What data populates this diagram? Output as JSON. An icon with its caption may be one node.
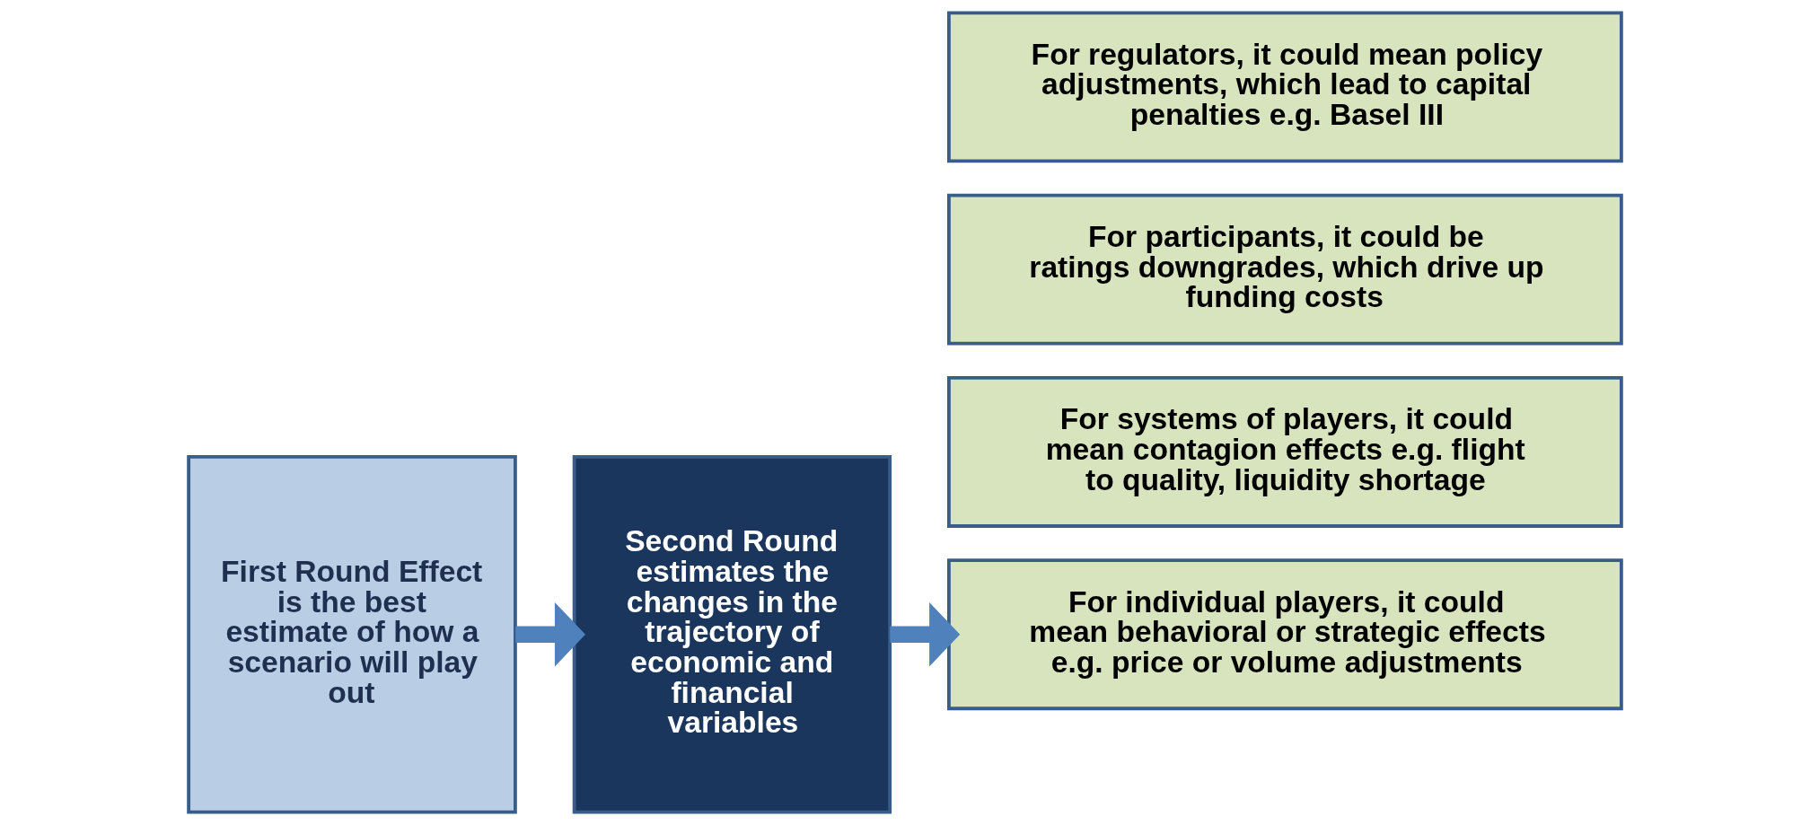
{
  "diagram": {
    "nodes": [
      {
        "text": [
          "First Round Effect is the best estimate of how a scenario will play out"
        ]
      },
      {
        "text": [
          "Second Round estimates the changes in the trajectory of economic and financial variables"
        ]
      },
      {
        "text": [
          "For individual players, it could mean behavioral or strategic effects e.g. price or volume adjustments"
        ]
      },
      {
        "text": [
          "For systems of players, it could mean contagion effects e.g. flight to quality, liquidity shortage"
        ]
      },
      {
        "text": [
          "For participants, it could be ratings downgrades, which drive up funding costs"
        ]
      },
      {
        "text": [
          "For regulators, it could mean policy adjustments, which lead to capital penalties e.g. Basel III"
        ]
      }
    ],
    "edges": [
      {
        "from": 0,
        "to": 1,
        "arrow": "to"
      },
      {
        "from": 1,
        "to": 2,
        "arrow": "to"
      }
    ]
  }
}
